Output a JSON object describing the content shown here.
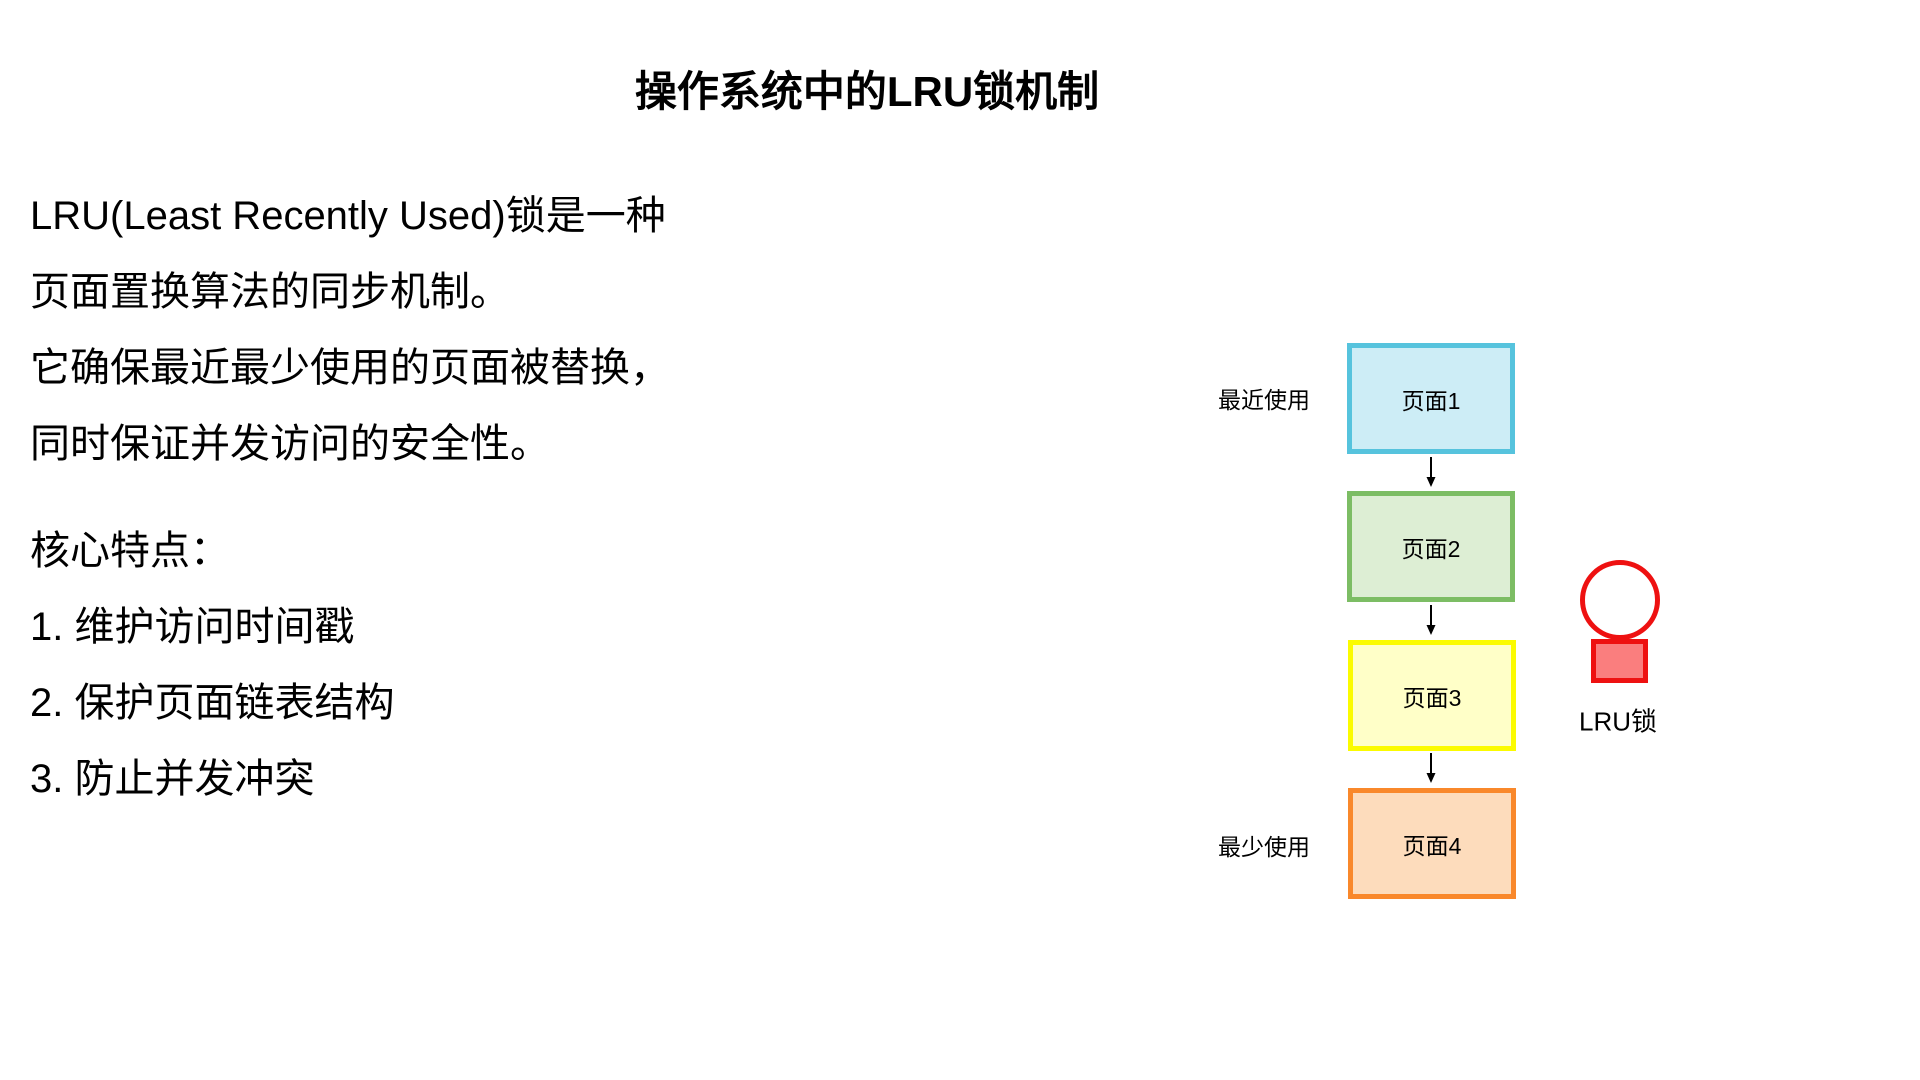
{
  "title": "操作系统中的LRU锁机制",
  "intro": {
    "lines": [
      "LRU(Least Recently Used)锁是一种",
      "页面置换算法的同步机制。",
      "它确保最近最少使用的页面被替换，",
      "同时保证并发访问的安全性。"
    ]
  },
  "features": {
    "heading": "核心特点：",
    "items": [
      "1. 维护访问时间戳",
      "2. 保护页面链表结构",
      "3. 防止并发冲突"
    ]
  },
  "diagram": {
    "top_label": "最近使用",
    "bottom_label": "最少使用",
    "pages": [
      {
        "label": "页面1",
        "fill": "#cdedf6",
        "border": "#56c3dd"
      },
      {
        "label": "页面2",
        "fill": "#ddeed4",
        "border": "#7cbd64"
      },
      {
        "label": "页面3",
        "fill": "#ffffc8",
        "border": "#fbfb00"
      },
      {
        "label": "页面4",
        "fill": "#fddcbc",
        "border": "#f9882b"
      }
    ],
    "arrow_color": "#000000",
    "lock": {
      "label": "LRU锁",
      "stroke": "#ee1111",
      "shackle_fill": "#ffffff",
      "body_fill": "#fa7e7e"
    }
  }
}
